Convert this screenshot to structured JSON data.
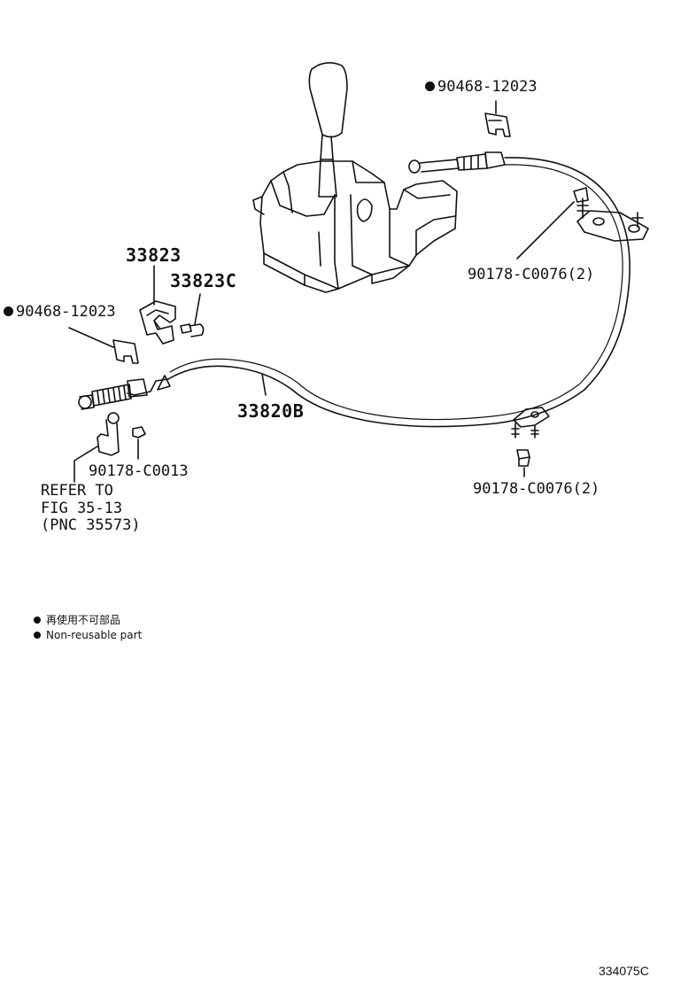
{
  "callouts": {
    "clip_top": "90468-12023",
    "nut_right_upper": "90178-C0076(2)",
    "bracket": "33823",
    "bolt": "33823C",
    "clip_left": "90468-12023",
    "cable": "33820B",
    "nut_small": "90178-C0013",
    "nut_right_lower": "90178-C0076(2)"
  },
  "refer": {
    "line1": "REFER TO",
    "line2": "FIG 35-13",
    "line3": "(PNC 35573)"
  },
  "legend": {
    "line_jp": "再使用不可部品",
    "line_en": "Non-reusable part"
  },
  "figure_number": "334075C"
}
